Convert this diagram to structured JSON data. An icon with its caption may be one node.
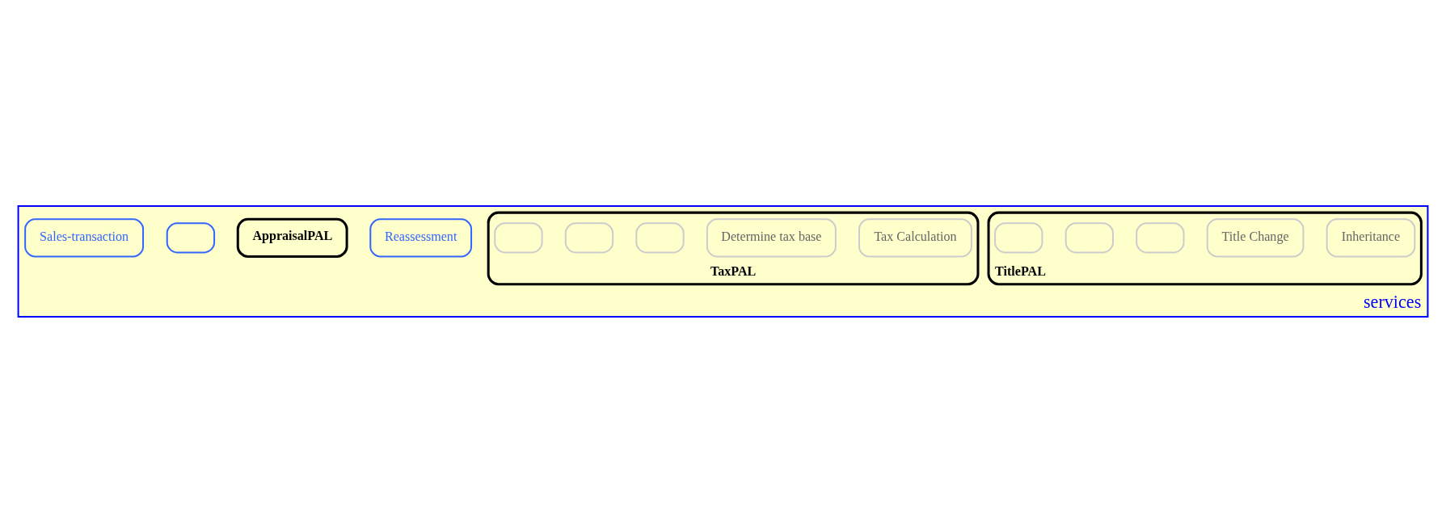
{
  "diagram": {
    "nodes": [
      {
        "text": [
          "services"
        ]
      },
      {
        "text": [
          "Reassessment"
        ],
        "in": 0
      },
      {
        "text": [
          "AppraisalPAL"
        ],
        "in": 0
      },
      {
        "text": [],
        "shape": "box",
        "in": 0
      },
      {
        "text": [
          "Sales-transaction"
        ],
        "in": 0
      },
      {
        "text": [
          "TitlePAL"
        ],
        "in": 0
      },
      {
        "text": [
          "Inheritance"
        ],
        "in": 5
      },
      {
        "text": [
          "Title Change"
        ],
        "in": 5
      },
      {
        "text": [],
        "shape": "box",
        "in": 5
      },
      {
        "text": [],
        "shape": "box",
        "in": 5
      },
      {
        "text": [],
        "shape": "box",
        "in": 5
      },
      {
        "text": [
          "TaxPAL"
        ],
        "in": 0
      },
      {
        "text": [
          "Tax Calculation"
        ],
        "in": 11
      },
      {
        "text": [
          "Determine tax base"
        ],
        "in": 11
      },
      {
        "text": [],
        "shape": "box",
        "in": 11
      },
      {
        "text": [],
        "shape": "box",
        "in": 11
      },
      {
        "text": [],
        "shape": "box",
        "in": 11
      }
    ],
    "edges": []
  }
}
